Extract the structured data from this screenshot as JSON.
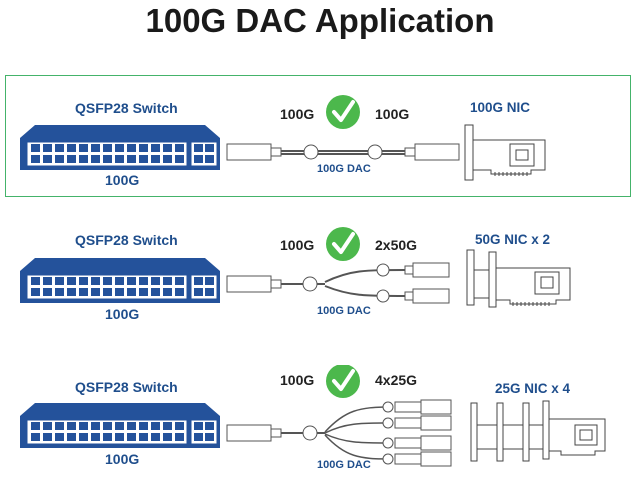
{
  "title": "100G DAC Application",
  "colors": {
    "accent_green": "#4cb84c",
    "switch_blue": "#24529b",
    "label_blue": "#1f4e8c",
    "panel_border": "#44b36a"
  },
  "icons": [
    "switch-icon",
    "checkmark-icon",
    "dac-cable-icon",
    "nic-card-icon"
  ],
  "panels": [
    {
      "switch_label": "QSFP28 Switch",
      "switch_speed": "100G",
      "left_speed": "100G",
      "right_speed": "100G",
      "cable_label": "100G DAC",
      "nic_label": "100G NIC"
    },
    {
      "switch_label": "QSFP28 Switch",
      "switch_speed": "100G",
      "left_speed": "100G",
      "right_speed": "2x50G",
      "cable_label": "100G DAC",
      "nic_label": "50G NIC x 2"
    },
    {
      "switch_label": "QSFP28 Switch",
      "switch_speed": "100G",
      "left_speed": "100G",
      "right_speed": "4x25G",
      "cable_label": "100G DAC",
      "nic_label": "25G NIC x 4"
    }
  ]
}
